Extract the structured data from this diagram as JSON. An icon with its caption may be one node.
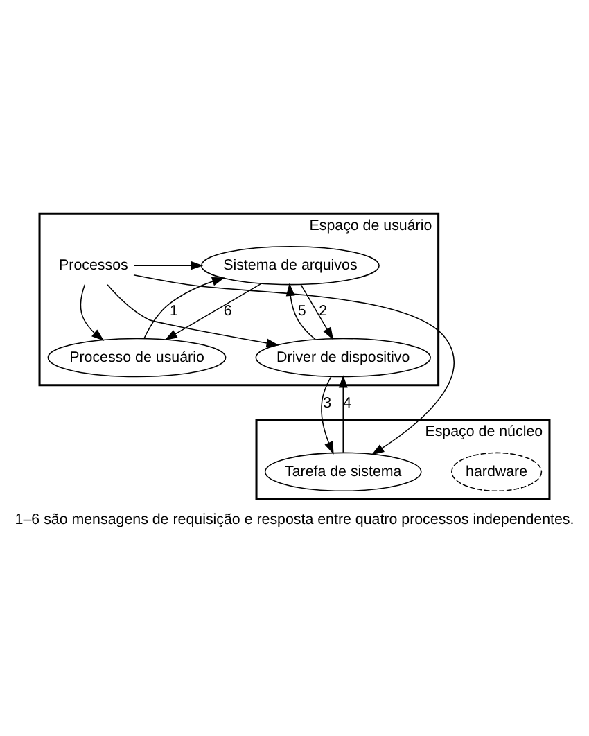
{
  "diagram": {
    "caption": "1–6 são mensagens de requisição e resposta entre quatro processos independentes.",
    "nodes": [
      {
        "text": [
          "Espaço de usuário"
        ]
      },
      {
        "text": [
          "Sistema de arquivos"
        ],
        "in": 0
      },
      {
        "text": [
          "Processo de usuário"
        ],
        "in": 0
      },
      {
        "text": [
          "Driver de dispositivo"
        ],
        "in": 0
      },
      {
        "text": [
          "Processos"
        ],
        "in": 0
      },
      {
        "text": [
          "Espaço de núcleo"
        ]
      },
      {
        "text": [
          "hardware"
        ],
        "in": 5
      },
      {
        "text": [
          "Tarefa de sistema"
        ],
        "in": 5
      }
    ],
    "edges": [
      {
        "from": 2,
        "to": 1,
        "arrow": "to",
        "label": "1"
      },
      {
        "from": 1,
        "to": 2,
        "arrow": "to",
        "label": "6"
      },
      {
        "from": 1,
        "to": 3,
        "arrow": "to",
        "label": "2"
      },
      {
        "from": 3,
        "to": 1,
        "arrow": "to",
        "label": "5"
      },
      {
        "from": 3,
        "to": 7,
        "arrow": "to",
        "label": "3"
      },
      {
        "from": 7,
        "to": 3,
        "arrow": "to",
        "label": "4"
      },
      {
        "from": 4,
        "to": 1,
        "arrow": "to"
      },
      {
        "from": 4,
        "to": 2,
        "arrow": "to"
      },
      {
        "from": 4,
        "to": 3,
        "arrow": "to"
      },
      {
        "from": 4,
        "to": 7,
        "arrow": "to"
      }
    ]
  }
}
